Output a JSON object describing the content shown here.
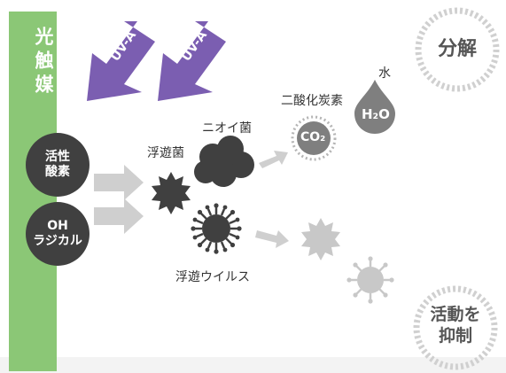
{
  "side_title": "光触媒",
  "agents": {
    "active_oxygen": [
      "活性",
      "酸素"
    ],
    "oh_radical": [
      "OH",
      "ラジカル"
    ]
  },
  "uv_labels": [
    "UV-A",
    "UV-A"
  ],
  "labels": {
    "odor_bacteria": "ニオイ菌",
    "floating_bacteria": "浮遊菌",
    "floating_virus": "浮遊ウイルス",
    "co2_label": "二酸化炭素",
    "water_label": "水",
    "co2": "CO₂",
    "h2o": "H₂O"
  },
  "results": {
    "decompose": "分解",
    "suppress": [
      "活動を",
      "抑制"
    ]
  },
  "colors": {
    "green": "#8bc776",
    "purple": "#7b5eb1",
    "dark": "#404040",
    "gray": "#c8c8c8"
  }
}
